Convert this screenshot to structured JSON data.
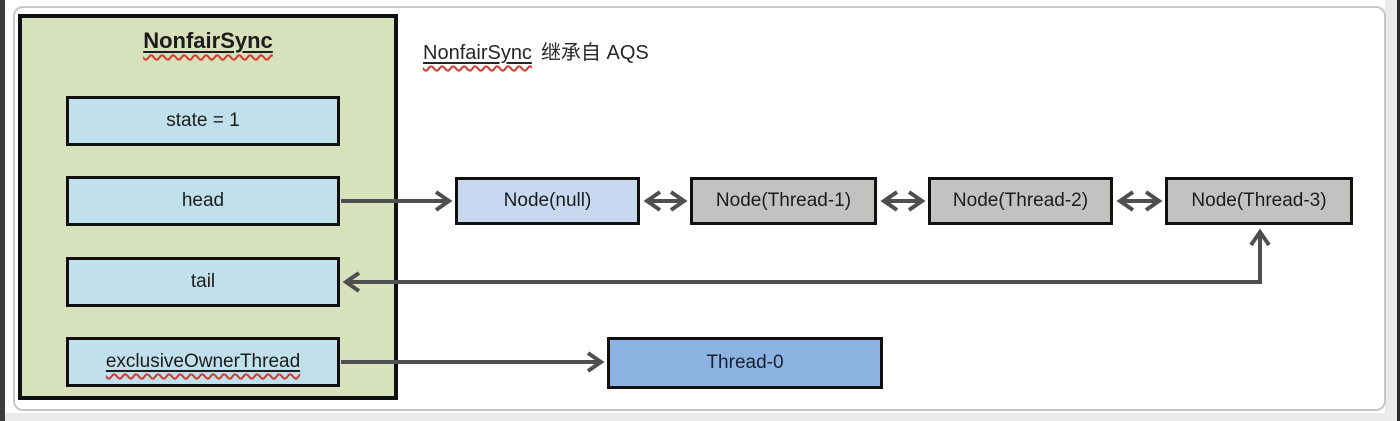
{
  "note": {
    "term": "NonfairSync",
    "rest": "继承自 AQS"
  },
  "panel": {
    "title": "NonfairSync",
    "fields": [
      {
        "label": "state = 1"
      },
      {
        "label": "head"
      },
      {
        "label": "tail"
      },
      {
        "label": "exclusiveOwnerThread"
      }
    ]
  },
  "queue": {
    "nodes": [
      {
        "label": "Node(null)",
        "style": "blue"
      },
      {
        "label": "Node(Thread-1)",
        "style": "gray"
      },
      {
        "label": "Node(Thread-2)",
        "style": "gray"
      },
      {
        "label": "Node(Thread-3)",
        "style": "gray"
      }
    ]
  },
  "owner_thread": {
    "label": "Thread-0"
  },
  "colors": {
    "panel_fill": "#d7e2bc",
    "field_fill": "#c0e1eb",
    "node_null_fill": "#c6d9f0",
    "node_gray_fill": "#c2c2c0",
    "thread_fill": "#8db3e2",
    "arrow": "#4f4f4f",
    "box_border": "#101010",
    "frame_border": "#c7c7c7",
    "squiggle_red": "#d23b2e"
  }
}
